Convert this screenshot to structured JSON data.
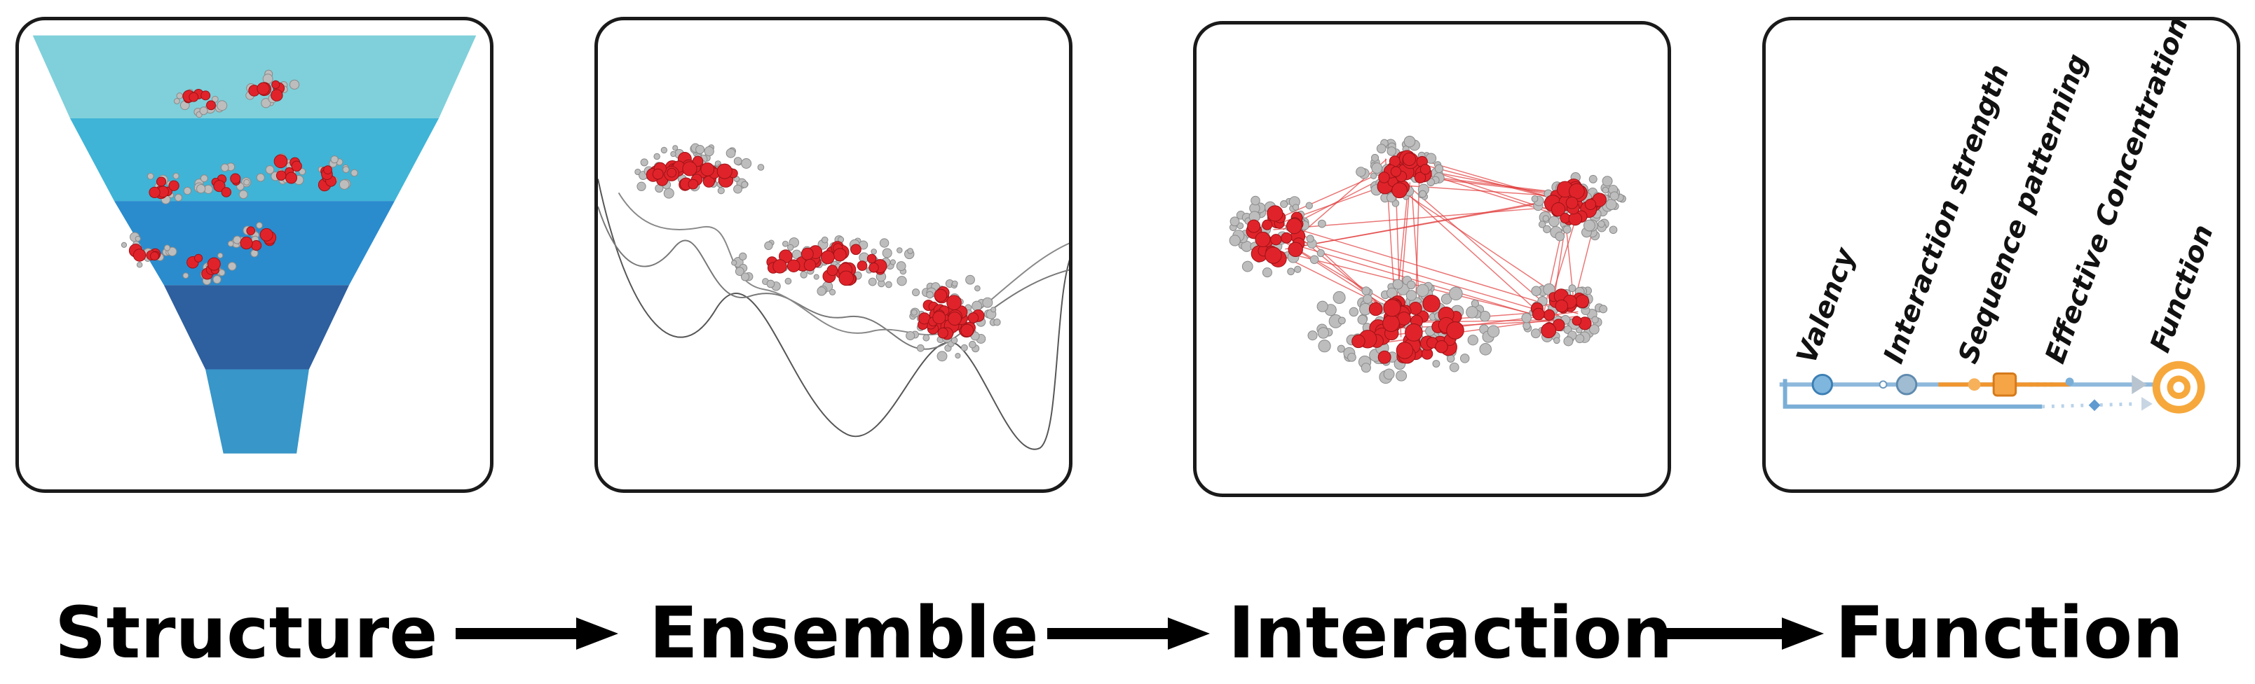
{
  "panels": [
    {
      "id": "structure-panel",
      "icon": "funnel-molecules-illustration"
    },
    {
      "id": "ensemble-panel",
      "icon": "energy-landscape-illustration"
    },
    {
      "id": "interaction-panel",
      "icon": "molecular-network-illustration"
    },
    {
      "id": "function-panel",
      "icon": "parameter-timeline-illustration",
      "labels": {
        "valency": "Valency",
        "interaction_strength": "Interaction strength",
        "sequence_patterning": "Sequence patterning",
        "effective_concentration": "Effective Concentration",
        "function": "Function"
      }
    }
  ],
  "flow": {
    "step1": "Structure",
    "step2": "Ensemble",
    "step3": "Interaction",
    "step4": "Function"
  },
  "colors": {
    "atom_red": "#e0232a",
    "atom_gray": "#bdbdbd",
    "funnel_top": "#7fd0da",
    "funnel_bottom": "#2e5f9e",
    "bond_red": "#e23b3b",
    "accent_orange": "#f0962f",
    "accent_blue": "#7aaed6"
  }
}
